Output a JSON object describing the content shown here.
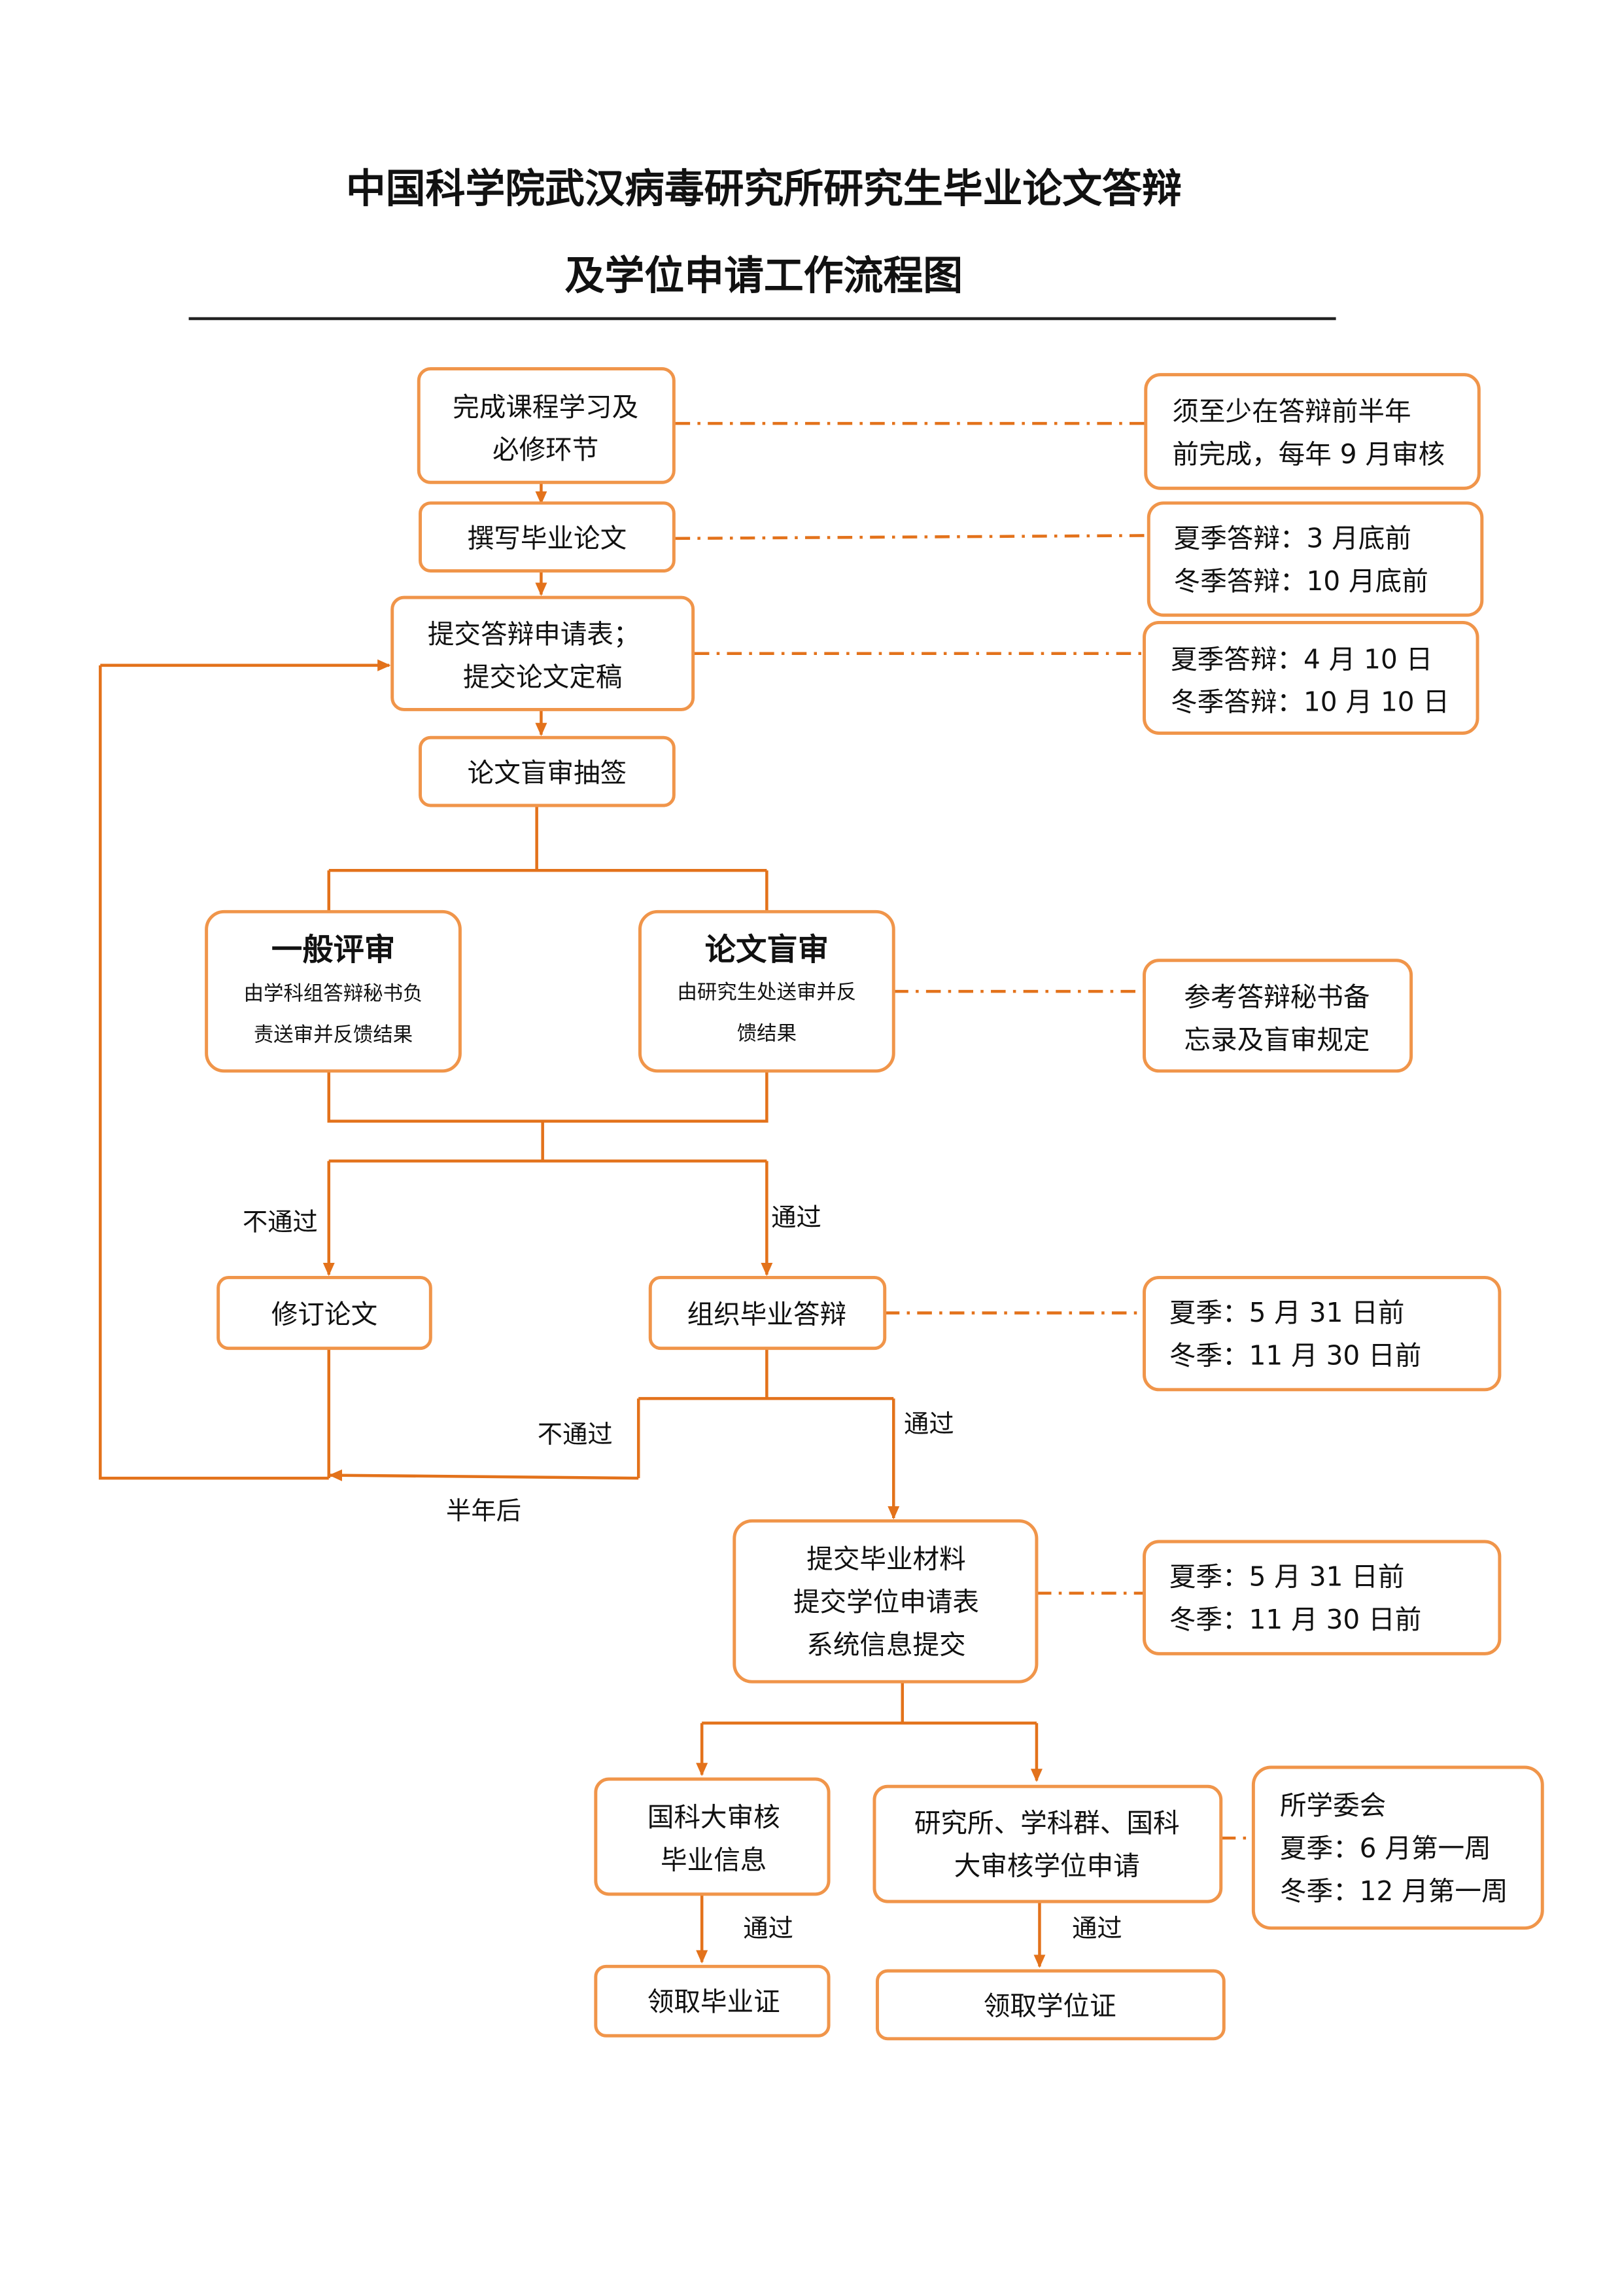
{
  "title": {
    "line1": "中国科学院武汉病毒研究所研究生毕业论文答辩",
    "line2": "及学位申请工作流程图"
  },
  "colors": {
    "box_border": "#F0954A",
    "connector": "#E3721B",
    "text": "#111111"
  },
  "steps": {
    "course": [
      "完成课程学习及",
      "必修环节"
    ],
    "write": [
      "撰写毕业论文"
    ],
    "submit": [
      "提交答辩申请表；",
      "提交论文定稿"
    ],
    "lottery": [
      "论文盲审抽签"
    ],
    "general_review": {
      "heading": "一般评审",
      "lines": [
        "由学科组答辩秘书负",
        "责送审并反馈结果"
      ]
    },
    "blind_review": {
      "heading": "论文盲审",
      "lines": [
        "由研究生处送审并反",
        "馈结果"
      ]
    },
    "revise": [
      "修订论文"
    ],
    "defense": [
      "组织毕业答辩"
    ],
    "materials": [
      "提交毕业材料",
      "提交学位申请表",
      "系统信息提交"
    ],
    "grad_check": [
      "国科大审核",
      "毕业信息"
    ],
    "degree_check": [
      "研究所、学科群、国科",
      "大审核学位申请"
    ],
    "grad_cert": [
      "领取毕业证"
    ],
    "degree_cert": [
      "领取学位证"
    ]
  },
  "notes": {
    "course": [
      "须至少在答辩前半年",
      "前完成，每年 9 月审核"
    ],
    "write": [
      "夏季答辩：3 月底前",
      "冬季答辩：10 月底前"
    ],
    "submit": [
      "夏季答辩：4 月 10 日",
      "冬季答辩：10 月 10 日"
    ],
    "blind": [
      "参考答辩秘书备",
      "忘录及盲审规定"
    ],
    "defense": [
      "夏季：5 月 31 日前",
      "冬季：11 月 30 日前"
    ],
    "materials": [
      "夏季：5 月 31 日前",
      "冬季：11 月 30 日前"
    ],
    "committee": [
      "所学委会",
      "夏季：6 月第一周",
      "冬季：12 月第一周"
    ]
  },
  "labels": {
    "review_fail": "不通过",
    "review_pass": "通过",
    "defense_fail": "不通过",
    "defense_pass": "通过",
    "half_year": "半年后",
    "grad_pass": "通过",
    "degree_pass": "通过"
  }
}
